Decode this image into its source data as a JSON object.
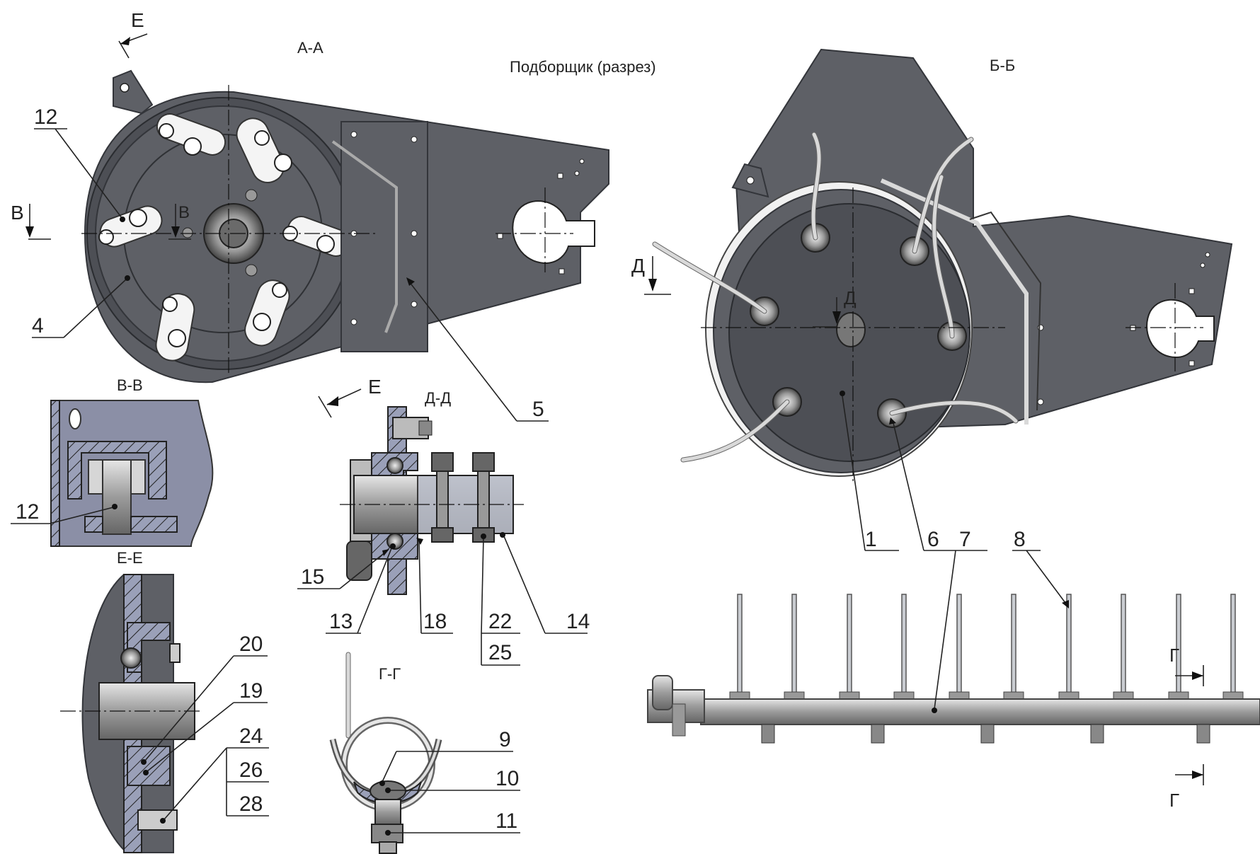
{
  "title": "Подборщик (разрез)",
  "views": {
    "aa": "А-А",
    "bb": "Б-Б",
    "vv": "В-В",
    "ee": "Е-Е",
    "dd": "Д-Д",
    "gg": "Г-Г"
  },
  "cut_marks": {
    "e": "Е",
    "v": "В",
    "d": "Д",
    "g": "Г"
  },
  "callouts": {
    "p1": "1",
    "p4": "4",
    "p5": "5",
    "p6": "6",
    "p7": "7",
    "p8": "8",
    "p9": "9",
    "p10": "10",
    "p11": "11",
    "p12": "12",
    "p13": "13",
    "p14": "14",
    "p15": "15",
    "p18": "18",
    "p19": "19",
    "p20": "20",
    "p22": "22",
    "p24": "24",
    "p25": "25",
    "p26": "26",
    "p28": "28"
  },
  "colors": {
    "housing": "#5e6066",
    "section_fill": "#8b8fa6",
    "wire": "#d9d9d9",
    "tine_bar": "#b9bcc2"
  }
}
